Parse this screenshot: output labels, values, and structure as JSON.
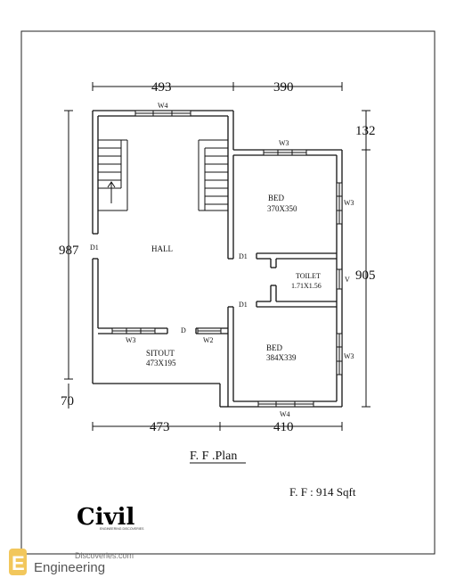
{
  "dimensions": {
    "top_left": "493",
    "top_right": "390",
    "right_top": "132",
    "right_main": "905",
    "left_main": "987",
    "left_bottom": "70",
    "bottom_left": "473",
    "bottom_right": "410"
  },
  "rooms": {
    "hall": "HALL",
    "bed1_name": "BED",
    "bed1_size": "370X350",
    "toilet_name": "TOILET",
    "toilet_size": "1.71X1.56",
    "bed2_name": "BED",
    "bed2_size": "384X339",
    "sitout_name": "SITOUT",
    "sitout_size": "473X195"
  },
  "openings": {
    "w4_top": "W4",
    "w3_bed1_top": "W3",
    "w3_bed1_right": "W3",
    "v_toilet": "V",
    "w3_bed2_right": "W3",
    "w4_bottom": "W4",
    "w3_sitout": "W3",
    "w2_sitout": "W2",
    "d_main": "D",
    "d1_left": "D1",
    "d1_bed1": "D1",
    "d1_bed2": "D1"
  },
  "captions": {
    "plan_title": "F. F .Plan",
    "area": "F. F : 914 Sqft"
  },
  "branding": {
    "logo": "Civil",
    "logo_small": "ENGINEERING DISCOVERIES",
    "watermark_top": "Discoveries.com",
    "watermark_main": "Engineering"
  }
}
